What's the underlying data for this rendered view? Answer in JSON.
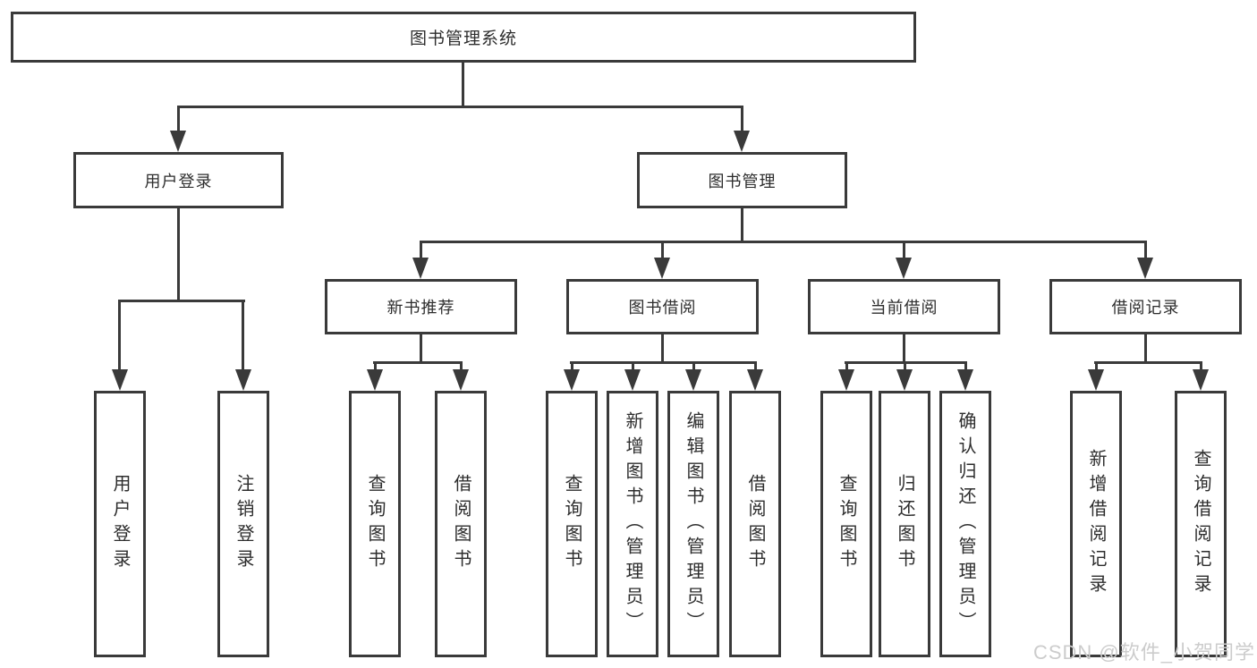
{
  "colors": {
    "line": "#3a3a3a",
    "text": "#2d2d2d",
    "background": "#ffffff",
    "watermark": "#cccccc"
  },
  "root": {
    "label": "图书管理系统"
  },
  "level2": [
    {
      "label": "用户登录"
    },
    {
      "label": "图书管理"
    }
  ],
  "level3": [
    {
      "label": "新书推荐"
    },
    {
      "label": "图书借阅"
    },
    {
      "label": "当前借阅"
    },
    {
      "label": "借阅记录"
    }
  ],
  "leaves": {
    "user_login": [
      "用户登录",
      "注销登录"
    ],
    "new_book_recommend": [
      "查询图书",
      "借阅图书"
    ],
    "book_borrow": [
      "查询图书",
      "新增图书（管理员）",
      "编辑图书（管理员）",
      "借阅图书"
    ],
    "current_borrow": [
      "查询图书",
      "归还图书",
      "确认归还（管理员）"
    ],
    "borrow_records": [
      "新增借阅记录",
      "查询借阅记录"
    ]
  },
  "watermark": "CSDN @软件_小贺同学"
}
